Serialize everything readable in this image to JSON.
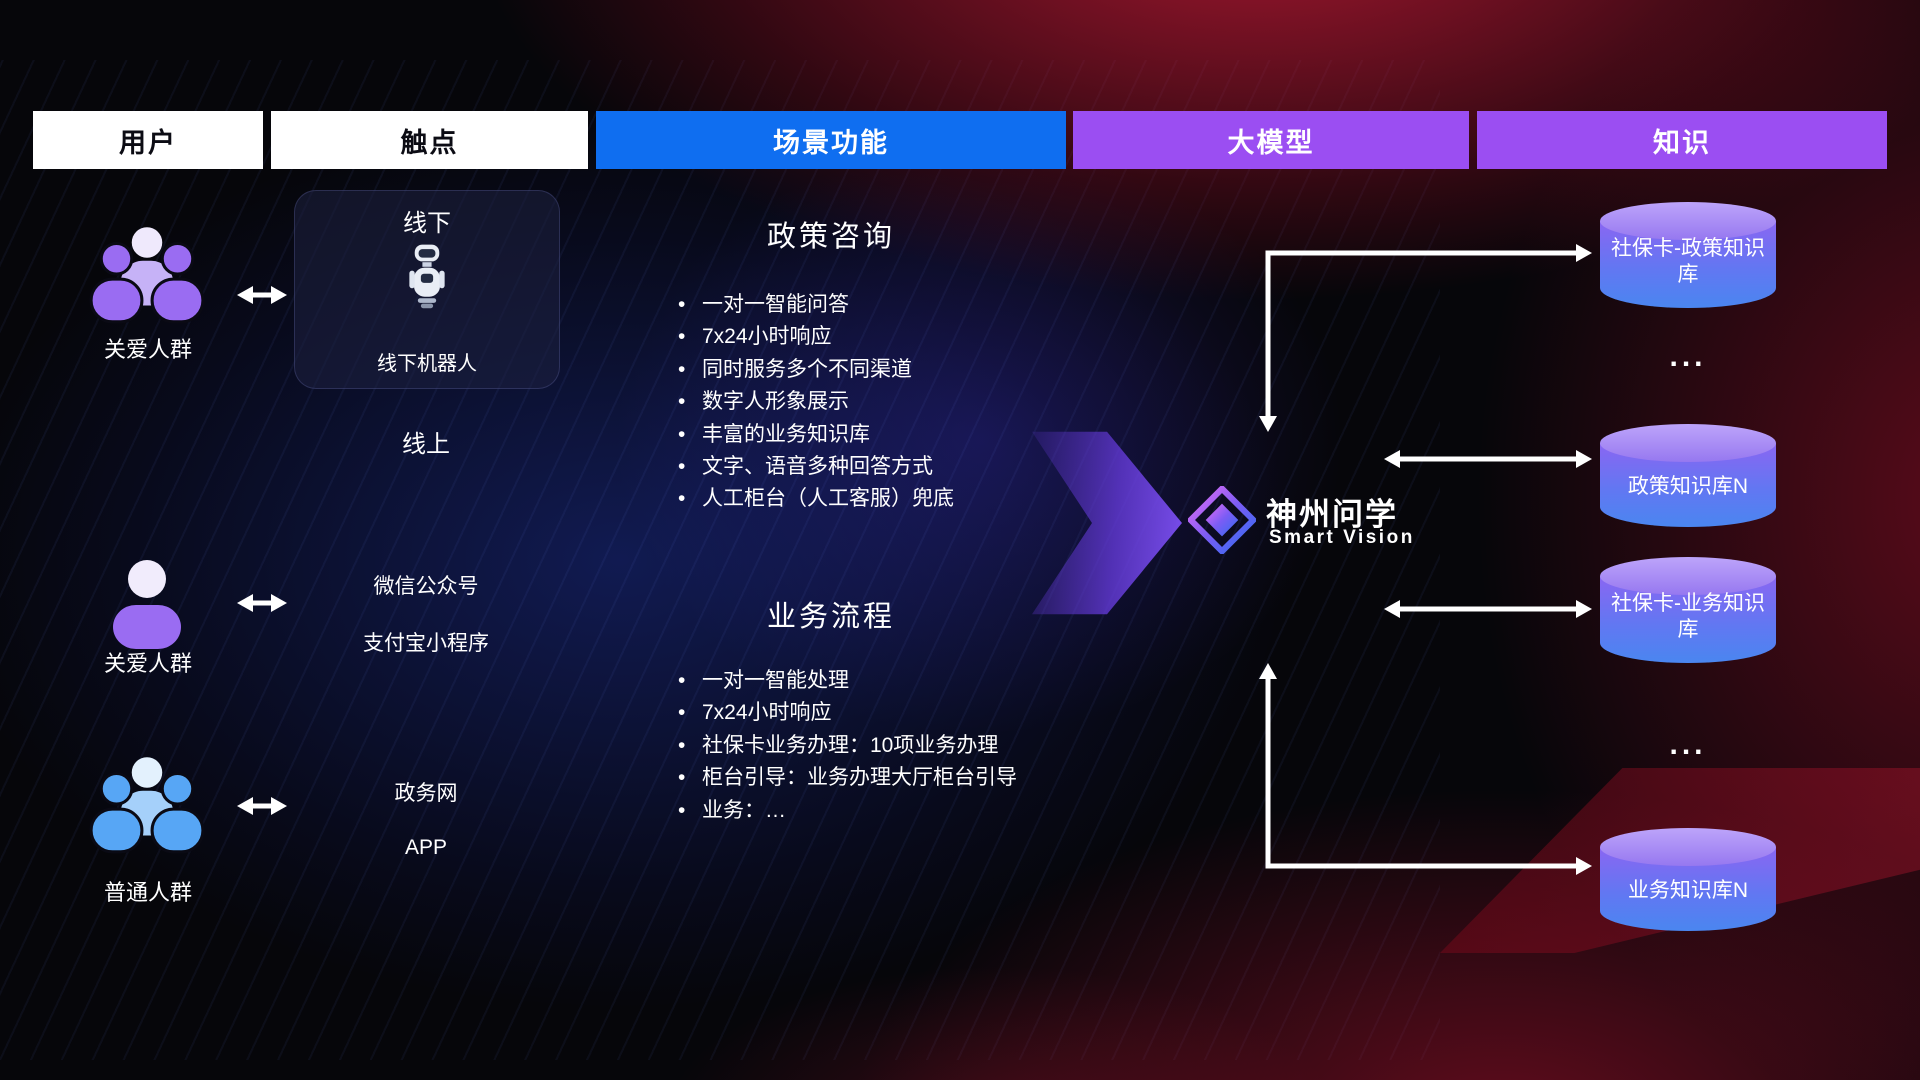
{
  "header": {
    "columns": [
      {
        "id": "users",
        "label": "用户"
      },
      {
        "id": "touchpoints",
        "label": "触点"
      },
      {
        "id": "scenarios",
        "label": "场景功能"
      },
      {
        "id": "model",
        "label": "大模型"
      },
      {
        "id": "knowledge",
        "label": "知识"
      }
    ]
  },
  "users": [
    {
      "label": "关爱人群",
      "icon": "user-group-icon",
      "color": "#9a6cf2"
    },
    {
      "label": "关爱人群",
      "icon": "user-person-icon",
      "color": "#9a6cf2"
    },
    {
      "label": "普通人群",
      "icon": "user-group-icon",
      "color": "#57a6f5"
    }
  ],
  "touchpoints": {
    "offline": {
      "title": "线下",
      "robot_label": "线下机器人",
      "robot_icon": "robot-icon"
    },
    "online_title": "线上",
    "channels": [
      "微信公众号",
      "支付宝小程序",
      "政务网",
      "APP"
    ]
  },
  "scenarios": [
    {
      "title": "政策咨询",
      "items": [
        "一对一智能问答",
        "7x24小时响应",
        "同时服务多个不同渠道",
        "数字人形象展示",
        "丰富的业务知识库",
        "文字、语音多种回答方式",
        "人工柜台（人工客服）兜底"
      ]
    },
    {
      "title": "业务流程",
      "items": [
        "一对一智能处理",
        "7x24小时响应",
        "社保卡业务办理：10项业务办理",
        "柜台引导：业务办理大厅柜台引导",
        "业务：…"
      ]
    }
  ],
  "model": {
    "brand": "神州问学",
    "brand_en": "Smart Vision",
    "logo_icon": "diamond-logo"
  },
  "knowledge": {
    "databases": [
      "社保卡-政策知识库",
      "政策知识库N",
      "社保卡-业务知识库",
      "业务知识库N"
    ],
    "more": "..."
  },
  "colors": {
    "header_blue": "#0f6ef0",
    "header_purple": "#9b4ef2",
    "arrow_white": "#ffffff",
    "flow_arrow_purple": "#8052f8",
    "db_top": "#bda4fa",
    "db_body_top": "#8a66f2",
    "db_body_bottom": "#4a86f0",
    "user_purple": "#9a6cf2",
    "user_blue": "#57a6f5",
    "glow_red": "#e41e3e",
    "glow_blue": "#2642dc"
  }
}
